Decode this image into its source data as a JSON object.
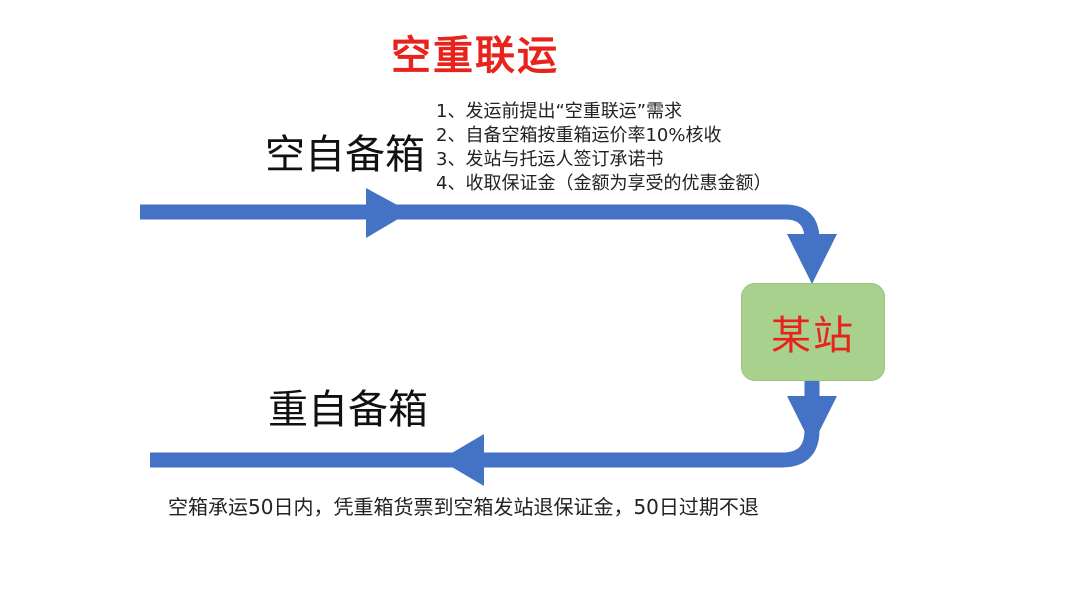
{
  "title": "空重联运",
  "labels": {
    "empty_box": "空自备箱",
    "loaded_box": "重自备箱"
  },
  "station": "某站",
  "steps": [
    "1、发运前提出“空重联运”需求",
    "2、自备空箱按重箱运价率10%核收",
    "3、发站与托运人签订承诺书",
    "4、收取保证金（金额为享受的优惠金额）"
  ],
  "note": "空箱承运50日内，凭重箱货票到空箱发站退保证金，50日过期不退",
  "colors": {
    "arrow": "#4472c4",
    "title": "#e8231b",
    "station_fill": "#a9d18e",
    "station_text": "#e8231b"
  }
}
